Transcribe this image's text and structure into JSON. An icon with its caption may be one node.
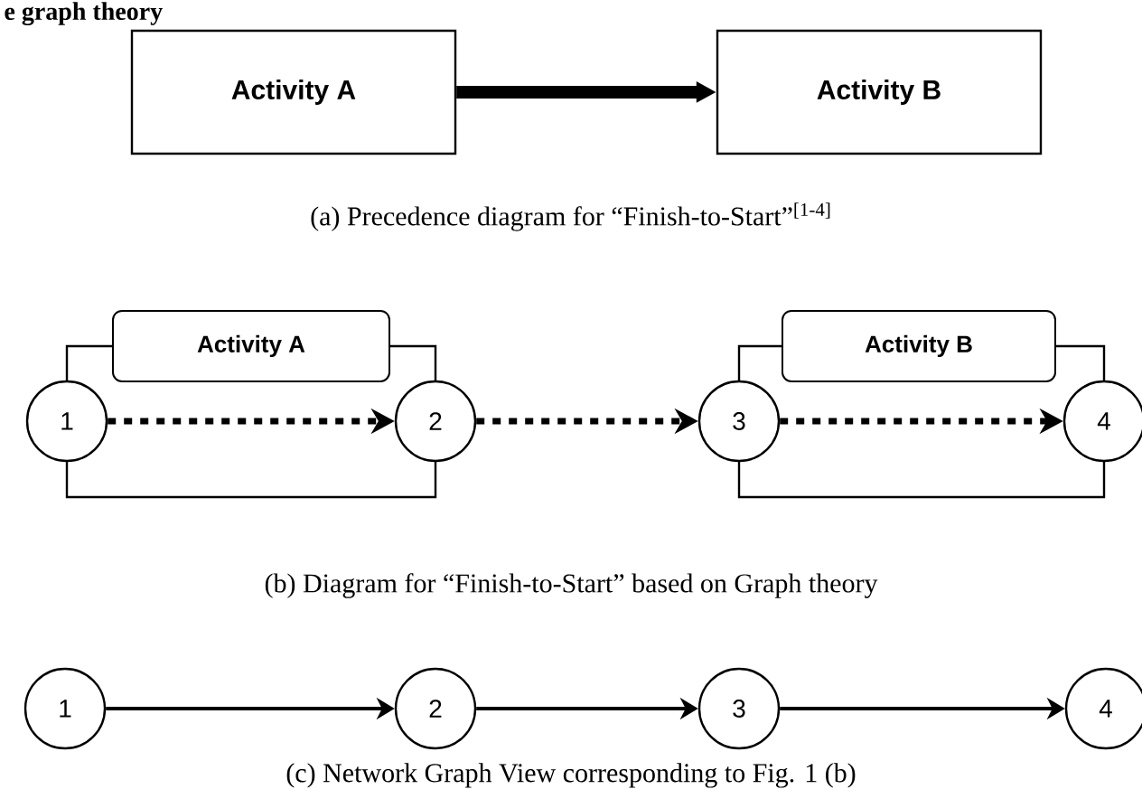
{
  "diagram": {
    "nodes": [
      {
        "text": [
          "Activity A"
        ]
      },
      {
        "text": [
          "Activity B"
        ]
      },
      {
        "text": [
          "Activity A"
        ]
      },
      {
        "text": [
          "1"
        ]
      },
      {
        "text": [
          "2"
        ]
      },
      {
        "text": [
          "Activity B"
        ]
      },
      {
        "text": [
          "3"
        ]
      },
      {
        "text": [
          "4"
        ]
      },
      {
        "text": [
          "1"
        ]
      },
      {
        "text": [
          "2"
        ]
      },
      {
        "text": [
          "3"
        ]
      },
      {
        "text": [
          "4"
        ]
      }
    ],
    "edges": [
      {
        "from": 0,
        "to": 1,
        "arrow": "to",
        "style": "thick"
      },
      {
        "from": 3,
        "to": 4,
        "arrow": "to",
        "style": "dashed"
      },
      {
        "from": 4,
        "to": 6,
        "arrow": "to",
        "style": "dashed"
      },
      {
        "from": 6,
        "to": 7,
        "arrow": "to",
        "style": "dashed"
      },
      {
        "from": 8,
        "to": 9,
        "arrow": "to"
      },
      {
        "from": 9,
        "to": 10,
        "arrow": "to"
      },
      {
        "from": 10,
        "to": 11,
        "arrow": "to"
      }
    ],
    "labels": [
      "e graph theory",
      "(a) Precedence diagram for “Finish-to-Start”$^{[1-4]}$",
      "(b) Diagram for “Finish-to-Start” based on Graph theory",
      "(c) Network Graph View corresponding to Fig. 1 (b)"
    ]
  }
}
